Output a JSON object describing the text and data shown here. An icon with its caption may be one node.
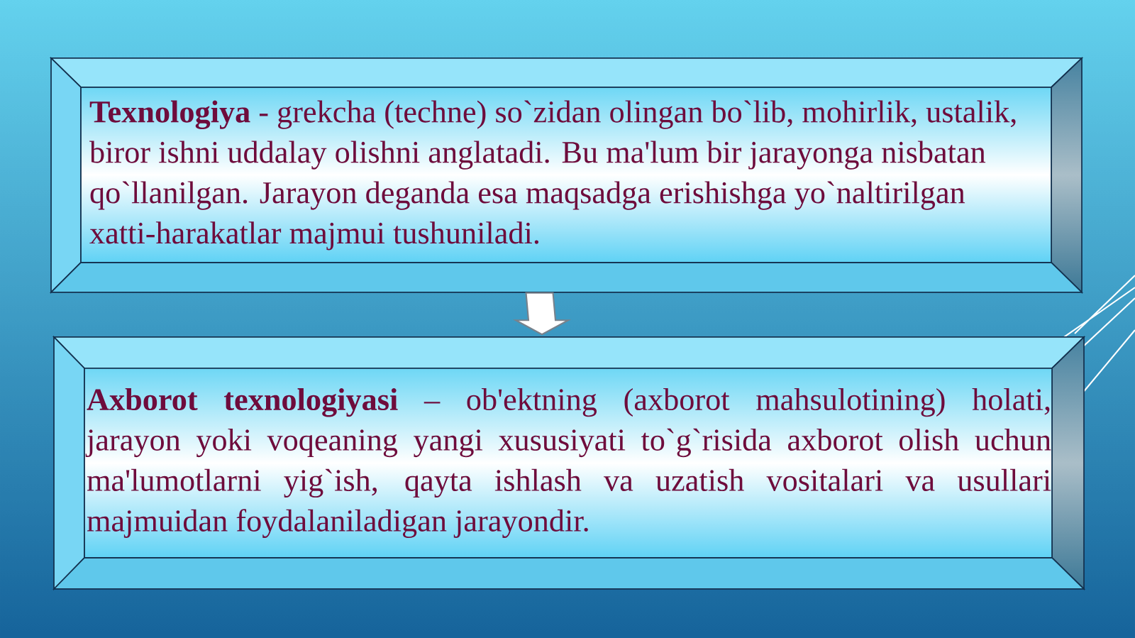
{
  "diagram": {
    "nodes": [
      {
        "text": [
          "**Texnologiya** - grekcha (techne) so`zidan olingan bo`lib, mohirlik, ustalik, biror ishni uddalay olishni anglatadi. Bu ma'lum bir jarayonga nisbatan qo`llanilgan. Jarayon deganda esa maqsadga erishishga yo`naltirilgan xatti-harakatlar majmui tushuniladi."
        ]
      },
      {
        "text": [
          "**Axborot texnologiyasi** – ob'ektning (axborot mahsulotining) holati, jarayon yoki voqeaning yangi xususiyati to`g`risida axborot olish uchun ma'lumotlarni yig`ish, qayta ishlash va uzatish vositalari va usullari majmuidan foydalaniladigan jarayondir."
        ]
      }
    ],
    "edges": [
      {
        "from": 0,
        "to": 1,
        "arrow": "to"
      }
    ]
  }
}
